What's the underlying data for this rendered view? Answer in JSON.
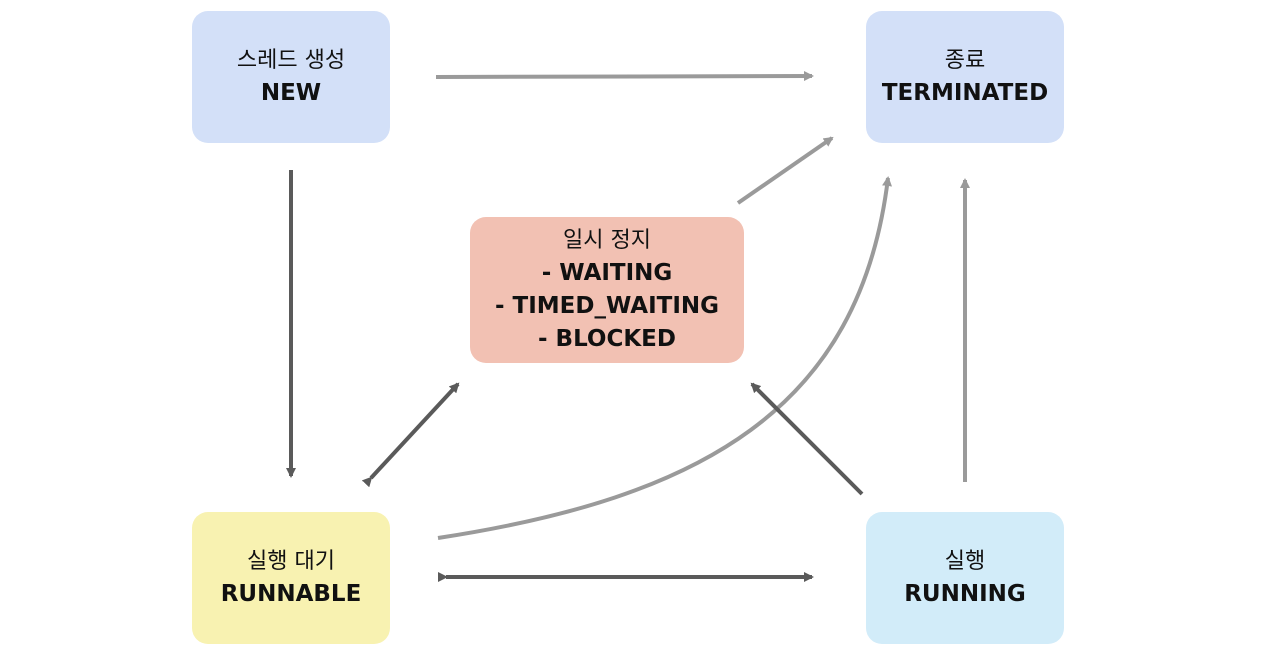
{
  "colors": {
    "new": "#d3e0f8",
    "terminated": "#d3e0f8",
    "paused": "#f2c1b3",
    "runnable": "#f8f2b1",
    "running": "#d2ecf9",
    "arrow_dark": "#5a5a5a",
    "arrow_light": "#9a9a9a"
  },
  "nodes": {
    "new": {
      "ko": "스레드 생성",
      "en": "NEW"
    },
    "terminated": {
      "ko": "종료",
      "en": "TERMINATED"
    },
    "paused": {
      "ko": "일시 정지",
      "states": [
        "- WAITING",
        "- TIMED_WAITING",
        "- BLOCKED"
      ]
    },
    "runnable": {
      "ko": "실행 대기",
      "en": "RUNNABLE"
    },
    "running": {
      "ko": "실행",
      "en": "RUNNING"
    }
  },
  "edges": [
    {
      "from": "new",
      "to": "terminated",
      "style": "light",
      "bidirectional": false
    },
    {
      "from": "new",
      "to": "runnable",
      "style": "dark",
      "bidirectional": false
    },
    {
      "from": "paused",
      "to": "terminated",
      "style": "light",
      "bidirectional": false
    },
    {
      "from": "runnable",
      "to": "paused",
      "style": "dark",
      "bidirectional": true
    },
    {
      "from": "runnable",
      "to": "terminated",
      "style": "light",
      "bidirectional": false
    },
    {
      "from": "runnable",
      "to": "running",
      "style": "dark",
      "bidirectional": true
    },
    {
      "from": "running",
      "to": "paused",
      "style": "dark",
      "bidirectional": false
    },
    {
      "from": "running",
      "to": "terminated",
      "style": "light",
      "bidirectional": false
    }
  ]
}
